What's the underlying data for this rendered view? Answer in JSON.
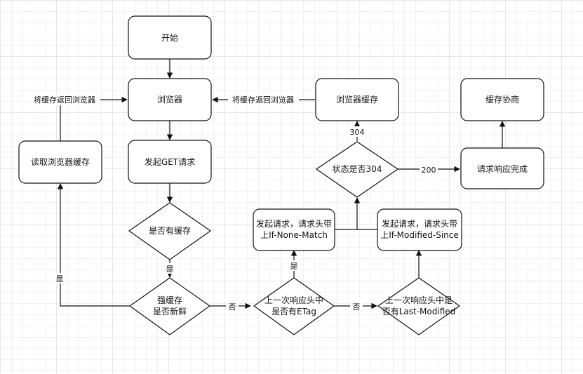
{
  "nodes": {
    "start": "开始",
    "browser": "浏览器",
    "send_get": "发起GET请求",
    "read_cache": "读取浏览器缓存",
    "has_cache": "是否有缓存",
    "strong_cache_line1": "强缓存",
    "strong_cache_line2": "是否新鲜",
    "etag_q_line1": "上一次响应头中",
    "etag_q_line2": "是否有ETag",
    "lastmod_q_line1": "上一次响应头中是",
    "lastmod_q_line2": "否有Last-Modified",
    "req_inm_line1": "发起请求，请求头带",
    "req_inm_line2": "上If-None-Match",
    "req_ims_line1": "发起请求，请求头带",
    "req_ims_line2": "上If-Modified-Since",
    "status_q": "状态是否304",
    "browser_cache": "浏览器缓存",
    "complete": "请求响应完成",
    "negotiate": "缓存协商"
  },
  "edge_labels": {
    "return_cache_left": "将缓存返回浏览器",
    "return_cache_right": "将缓存返回浏览器",
    "yes_has_cache": "是",
    "yes_fresh": "是",
    "no_fresh": "否",
    "yes_etag": "是",
    "no_etag": "否",
    "code_304": "304",
    "code_200": "200"
  }
}
